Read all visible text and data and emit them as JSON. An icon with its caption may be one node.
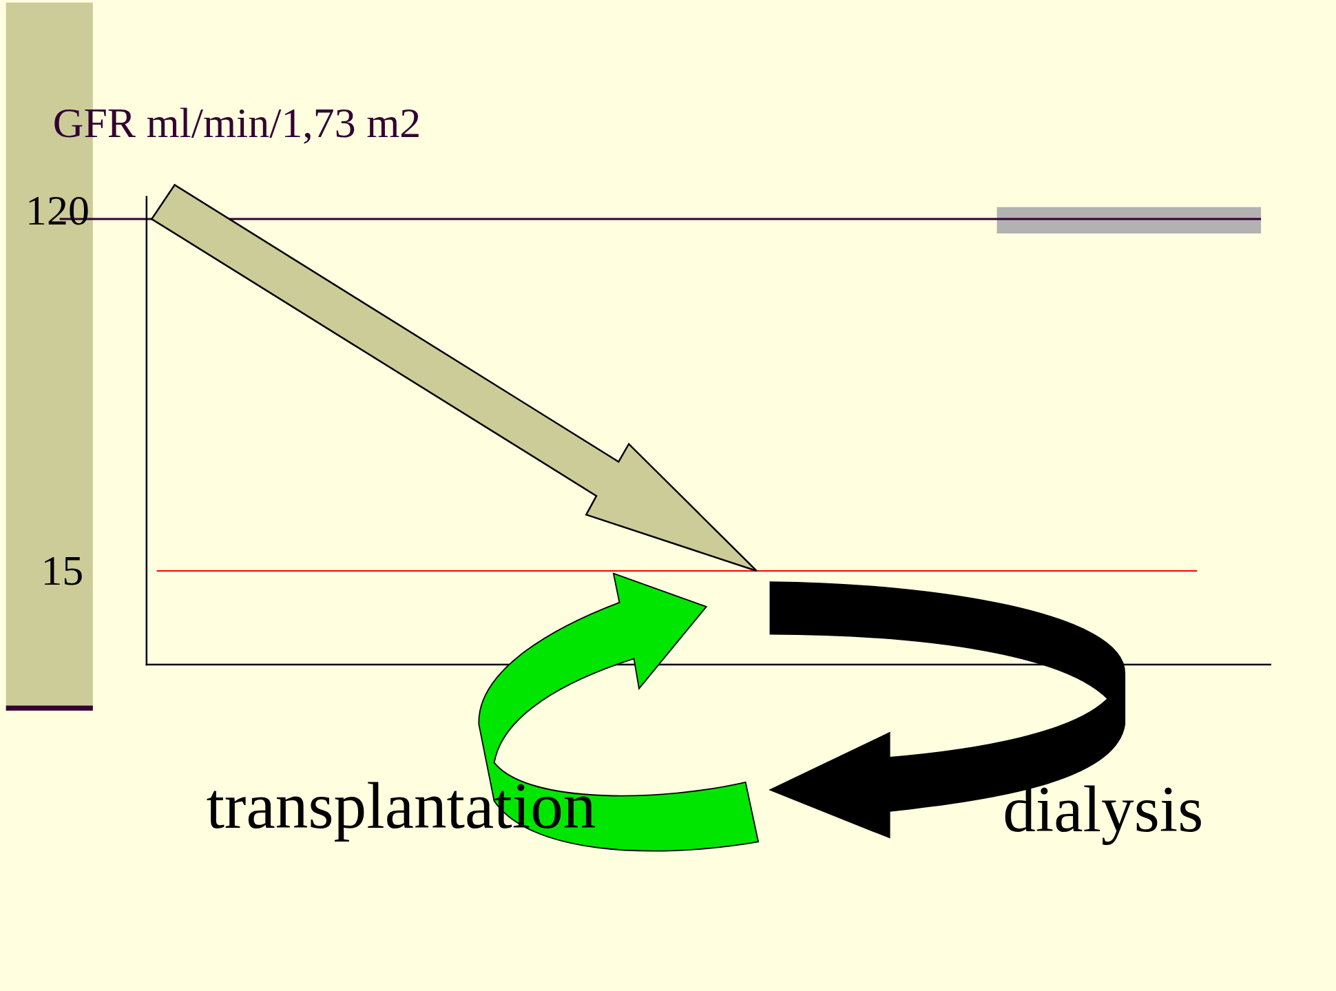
{
  "diagram": {
    "labels": [
      "GFR ml/min/1,73 m2",
      "120",
      "15",
      "transplantation",
      "dialysis"
    ]
  }
}
